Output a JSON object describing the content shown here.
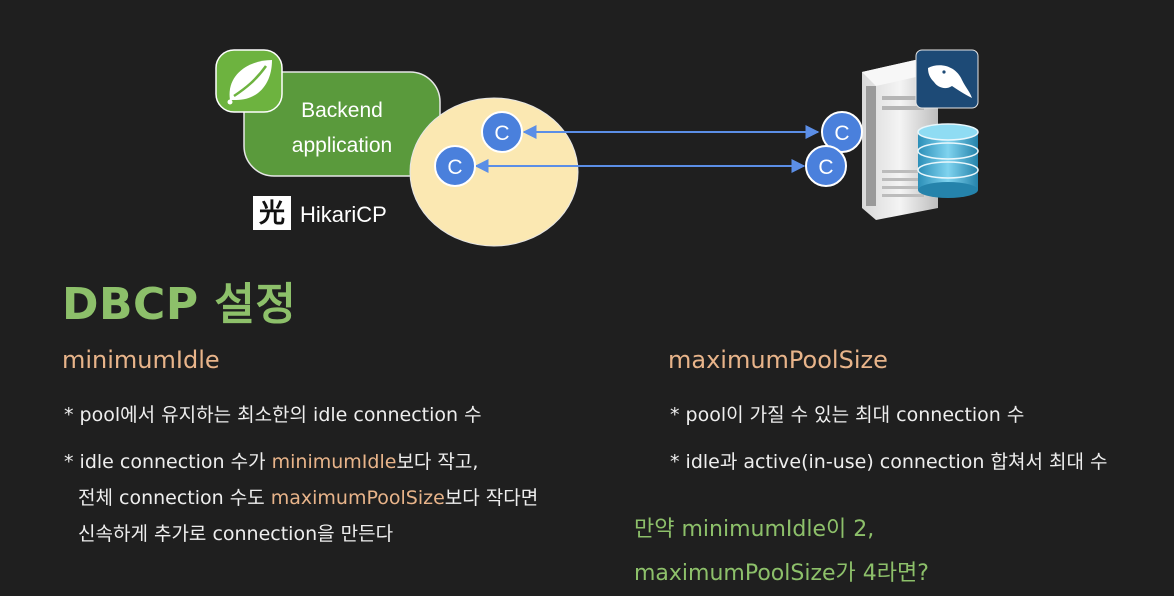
{
  "diagram": {
    "app_label_line1": "Backend",
    "app_label_line2": "application",
    "pool_brand": "HikariCP",
    "pool_brand_icon": "光",
    "connection_letter": "C",
    "icons": [
      "spring-leaf-icon",
      "hikari-logo-icon",
      "server-icon",
      "mysql-dolphin-icon",
      "database-icon"
    ]
  },
  "title": "DBCP 설정",
  "left": {
    "heading": "minimumIdle",
    "b1": "* pool에서 유지하는 최소한의 idle connection 수",
    "b2_pre": "* idle connection 수가 ",
    "b2_hl": "minimumIdle",
    "b2_post": "보다 작고,",
    "b3_pre": "전체 connection 수도 ",
    "b3_hl": "maximumPoolSize",
    "b3_post": "보다 작다면",
    "b4": "신속하게 추가로 connection을 만든다"
  },
  "right": {
    "heading": "maximumPoolSize",
    "b1": "* pool이 가질 수 있는 최대 connection 수",
    "b2": "* idle과 active(in-use) connection 합쳐서 최대 수"
  },
  "question": {
    "line1": "만약 minimumIdle이 2,",
    "line2": "maximumPoolSize가 4라면?"
  },
  "colors": {
    "background": "#1f1f1f",
    "green": "#8dc06a",
    "orange": "#e8b48a",
    "app_box": "#5a9a3c",
    "pool_bubble": "#fbe8b2",
    "connection": "#4a80dc"
  }
}
